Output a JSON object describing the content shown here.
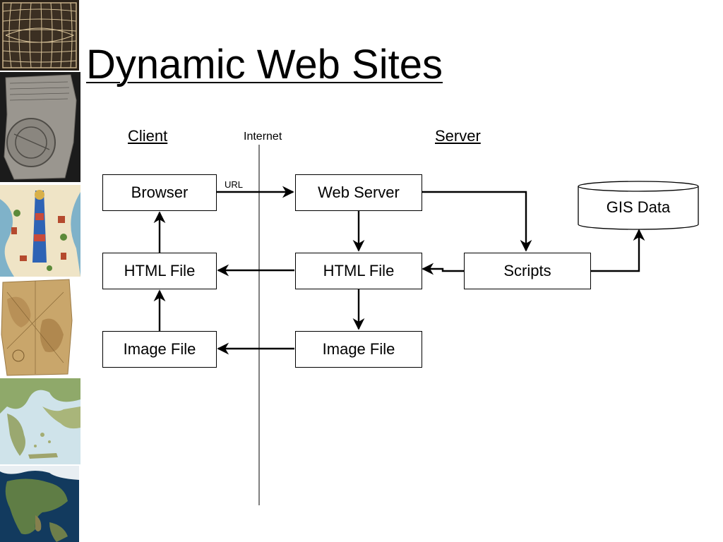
{
  "slide": {
    "title": "Dynamic Web Sites"
  },
  "sidebar": {
    "thumbnails": [
      {
        "name": "grid-map"
      },
      {
        "name": "clay-tablet-map"
      },
      {
        "name": "illuminated-world-map"
      },
      {
        "name": "parchment-map"
      },
      {
        "name": "greece-relief-map"
      },
      {
        "name": "north-america-globe"
      }
    ]
  },
  "diagram": {
    "client_label": "Client",
    "internet_label": "Internet",
    "server_label": "Server",
    "url_label": "URL",
    "client_boxes": {
      "browser": "Browser",
      "html_file": "HTML File",
      "image_file": "Image File"
    },
    "server_boxes": {
      "web_server": "Web Server",
      "html_file": "HTML File",
      "image_file": "Image File",
      "scripts": "Scripts"
    },
    "database": {
      "label": "GIS Data"
    },
    "colors": {
      "line": "#000000",
      "background": "#ffffff"
    }
  }
}
